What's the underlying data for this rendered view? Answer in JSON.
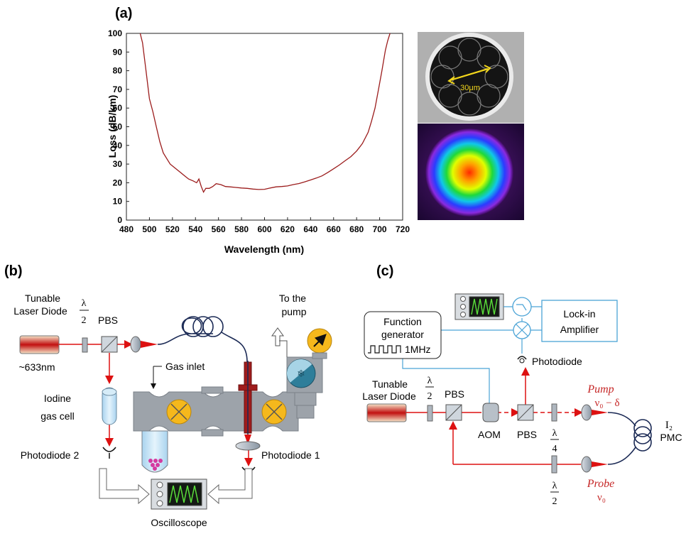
{
  "panels": {
    "a": "(a)",
    "b": "(b)",
    "c": "(c)"
  },
  "chart_data": {
    "type": "line",
    "xlabel": "Wavelength (nm)",
    "ylabel": "Loss (dB/km)",
    "xlim": [
      480,
      720
    ],
    "ylim": [
      0,
      100
    ],
    "xticks": [
      480,
      500,
      520,
      540,
      560,
      580,
      600,
      620,
      640,
      660,
      680,
      700,
      720
    ],
    "yticks": [
      0,
      10,
      20,
      30,
      40,
      50,
      60,
      70,
      80,
      90,
      100
    ],
    "grid": false,
    "line_color": "#9b1c1c",
    "series": [
      {
        "x": [
          492,
          494,
          497,
          500,
          503,
          506,
          509,
          512,
          515,
          518,
          522,
          526,
          530,
          534,
          538,
          541,
          543,
          545,
          547,
          549,
          552,
          555,
          558,
          562,
          566,
          570,
          575,
          580,
          585,
          590,
          595,
          600,
          605,
          610,
          615,
          620,
          625,
          630,
          635,
          640,
          645,
          650,
          655,
          660,
          665,
          670,
          675,
          680,
          685,
          690,
          693,
          696,
          699,
          702,
          705,
          707,
          709
        ],
        "y": [
          100,
          95,
          80,
          65,
          58,
          50,
          42,
          36,
          33,
          30,
          28,
          26,
          24,
          22,
          21,
          20,
          22,
          18,
          15,
          17,
          17,
          18,
          19.5,
          19,
          18,
          17.8,
          17.5,
          17.2,
          17,
          16.6,
          16.4,
          16.5,
          17.2,
          17.8,
          18,
          18.3,
          19,
          19.6,
          20.5,
          21.5,
          22.5,
          23.7,
          25.5,
          27.5,
          29.5,
          31.8,
          34,
          37,
          41,
          47,
          53,
          60,
          70,
          80,
          91,
          96,
          100
        ]
      }
    ]
  },
  "fiber_image": {
    "scale_label": "30μm",
    "scale_color": "#f2d61c"
  },
  "diagram_b": {
    "laser_label_line1": "Tunable",
    "laser_label_line2": "Laser Diode",
    "wavelength_label": "~633nm",
    "halfwave_lambda": "λ",
    "halfwave_den": "2",
    "pbs_label": "PBS",
    "pump_label_line1": "To the",
    "pump_label_line2": "pump",
    "gas_inlet_label": "Gas inlet",
    "iodine_label_line1": "Iodine",
    "iodine_label_line2": "gas cell",
    "photodiode2_label": "Photodiode 2",
    "photodiode1_label": "Photodiode 1",
    "oscilloscope_label": "Oscilloscope"
  },
  "diagram_c": {
    "function_gen_line1": "Function",
    "function_gen_line2": "generator",
    "freq_label": "1MHz",
    "lockin_line1": "Lock-in",
    "lockin_line2": "Amplifier",
    "photodiode_label": "Photodiode",
    "laser_label_line1": "Tunable",
    "laser_label_line2": "Laser Diode",
    "aom_label": "AOM",
    "pbs1_label": "PBS",
    "pbs2_label": "PBS",
    "lambda_sym": "λ",
    "half_den": "2",
    "quarter_den": "4",
    "pump_label": "Pump",
    "pump_freq_label": "ν₀ − δ",
    "probe_label": "Probe",
    "probe_freq_label": "ν₀",
    "i2_label": "I₂",
    "pmc_label": "PMC",
    "accent_color": "#c62828",
    "wire_color": "#4aa3d6"
  }
}
